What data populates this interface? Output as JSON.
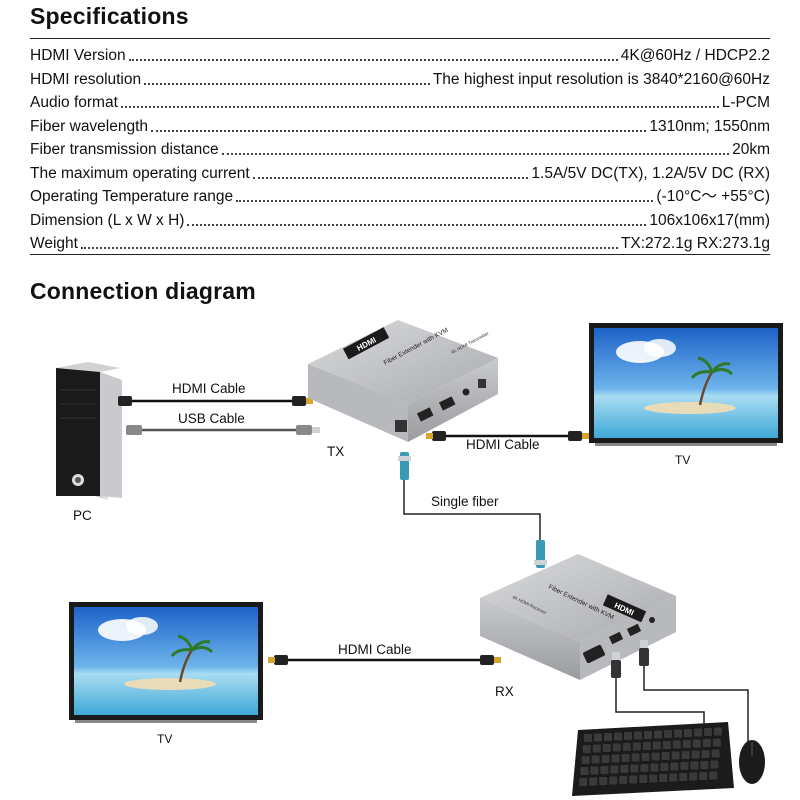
{
  "specifications": {
    "title": "Specifications",
    "rows": [
      {
        "label": "HDMI Version",
        "value": "4K@60Hz / HDCP2.2"
      },
      {
        "label": "HDMI resolution",
        "value": "The highest input resolution is 3840*2160@60Hz"
      },
      {
        "label": "Audio format",
        "value": "L-PCM"
      },
      {
        "label": "Fiber wavelength",
        "value": "1310nm; 1550nm"
      },
      {
        "label": "Fiber transmission distance",
        "value": "20km"
      },
      {
        "label": "The maximum operating current",
        "value": "1.5A/5V DC(TX), 1.2A/5V DC (RX)"
      },
      {
        "label": "Operating Temperature range",
        "value": "(-10°C～ +55°C)"
      },
      {
        "label": "Dimension (L x W x H)",
        "value": "106x106x17(mm)"
      },
      {
        "label": "Weight",
        "value": "TX:272.1g RX:273.1g"
      }
    ]
  },
  "connection_diagram": {
    "title": "Connection diagram",
    "labels": {
      "pc": "PC",
      "tx": "TX",
      "rx": "RX",
      "tv_top": "TV",
      "tv_bottom": "TV",
      "hdmi_cable_pc": "HDMI Cable",
      "usb_cable_pc": "USB Cable",
      "hdmi_cable_tx_tv": "HDMI Cable",
      "hdmi_cable_rx_tv": "HDMI Cable",
      "single_fiber": "Single fiber"
    },
    "device_text": {
      "brand": "HDMI",
      "product": "Fiber Extender with KVM",
      "tx_model": "4K HDMI Transmitter",
      "rx_model": "4K HDMI Receiver"
    }
  }
}
